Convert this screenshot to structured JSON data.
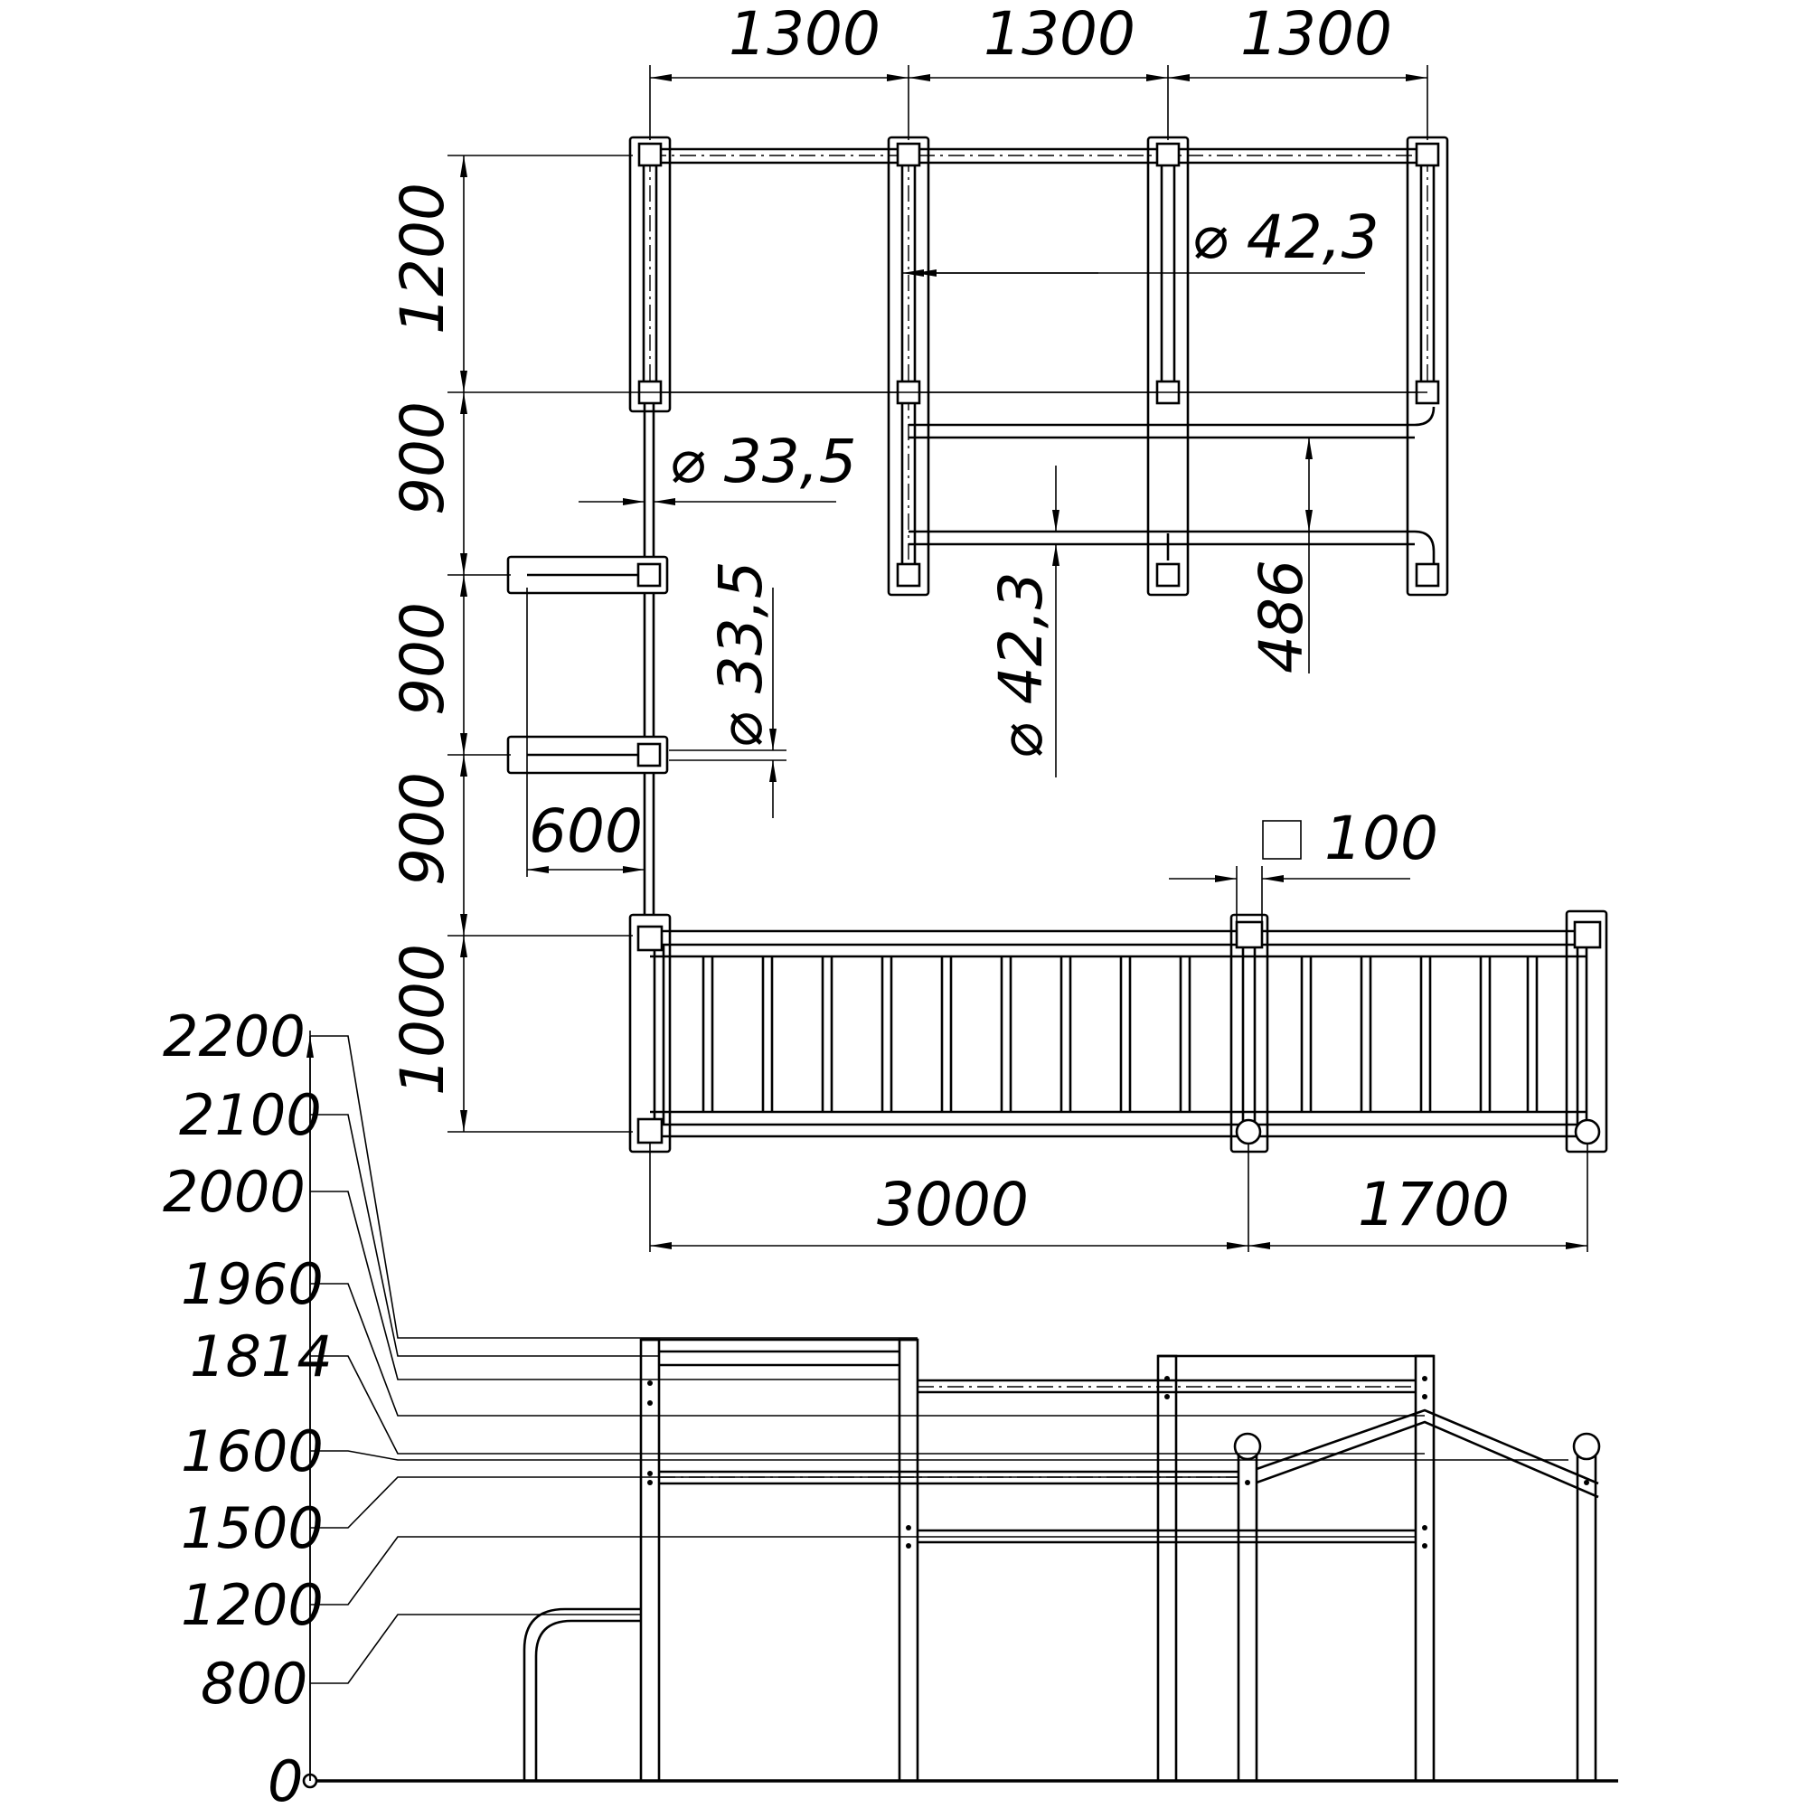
{
  "plan_dimensions": {
    "top_span_1": "1300",
    "top_span_2": "1300",
    "top_span_3": "1300",
    "left_1": "1200",
    "left_2": "900",
    "left_3": "900",
    "left_4": "900",
    "left_5": "1000",
    "bottom_1": "3000",
    "bottom_2": "1700",
    "bar_width": "600",
    "gap_486": "486"
  },
  "plan_callouts": {
    "pipe_42_top": "⌀ 42,3",
    "pipe_335_left": "⌀ 33,5",
    "pipe_335_vertical": "⌀ 33,5",
    "pipe_42_vertical": "⌀ 42,3",
    "post_square": "100"
  },
  "elevation_levels": [
    "2200",
    "2100",
    "2000",
    "1960",
    "1814",
    "1600",
    "1500",
    "1200",
    "800",
    "0"
  ]
}
